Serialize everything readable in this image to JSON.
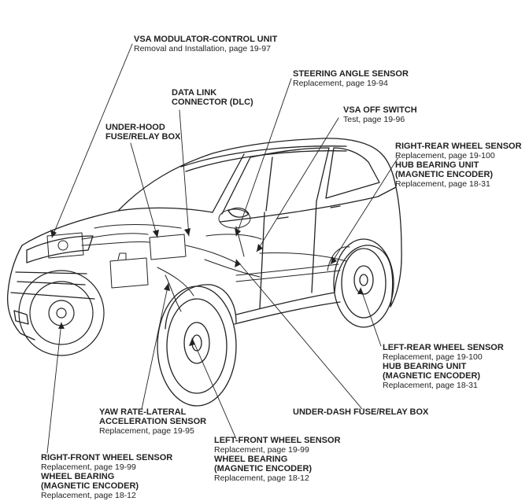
{
  "labels": {
    "vsa_modulator": {
      "title": "VSA MODULATOR-CONTROL UNIT",
      "sub": "Removal and Installation, page 19-97"
    },
    "steering_angle": {
      "title": "STEERING ANGLE SENSOR",
      "sub": "Replacement, page 19-94"
    },
    "dlc": {
      "title1": "DATA LINK",
      "title2": "CONNECTOR (DLC)"
    },
    "vsa_off": {
      "title": "VSA OFF SWITCH",
      "sub": "Test, page 19-96"
    },
    "underhood": {
      "title1": "UNDER-HOOD",
      "title2": "FUSE/RELAY BOX"
    },
    "right_rear": {
      "title": "RIGHT-REAR WHEEL SENSOR",
      "sub": "Replacement, page 19-100",
      "title2": "HUB BEARING UNIT",
      "title3": "(MAGNETIC ENCODER)",
      "sub2": "Replacement, page 18-31"
    },
    "left_rear": {
      "title": "LEFT-REAR WHEEL SENSOR",
      "sub": "Replacement, page 19-100",
      "title2": "HUB BEARING UNIT",
      "title3": "(MAGNETIC ENCODER)",
      "sub2": "Replacement, page 18-31"
    },
    "underdash": {
      "title": "UNDER-DASH FUSE/RELAY BOX"
    },
    "yaw_rate": {
      "title1": "YAW RATE-LATERAL",
      "title2": "ACCELERATION SENSOR",
      "sub": "Replacement, page 19-95"
    },
    "left_front": {
      "title": "LEFT-FRONT WHEEL SENSOR",
      "sub": "Replacement, page 19-99",
      "title2": "WHEEL BEARING",
      "title3": "(MAGNETIC ENCODER)",
      "sub2": "Replacement, page 18-12"
    },
    "right_front": {
      "title": "RIGHT-FRONT WHEEL SENSOR",
      "sub": "Replacement, page 19-99",
      "title2": "WHEEL BEARING",
      "title3": "(MAGNETIC ENCODER)",
      "sub2": "Replacement, page 18-12"
    }
  },
  "colors": {
    "ink": "#222222",
    "background": "#ffffff"
  }
}
